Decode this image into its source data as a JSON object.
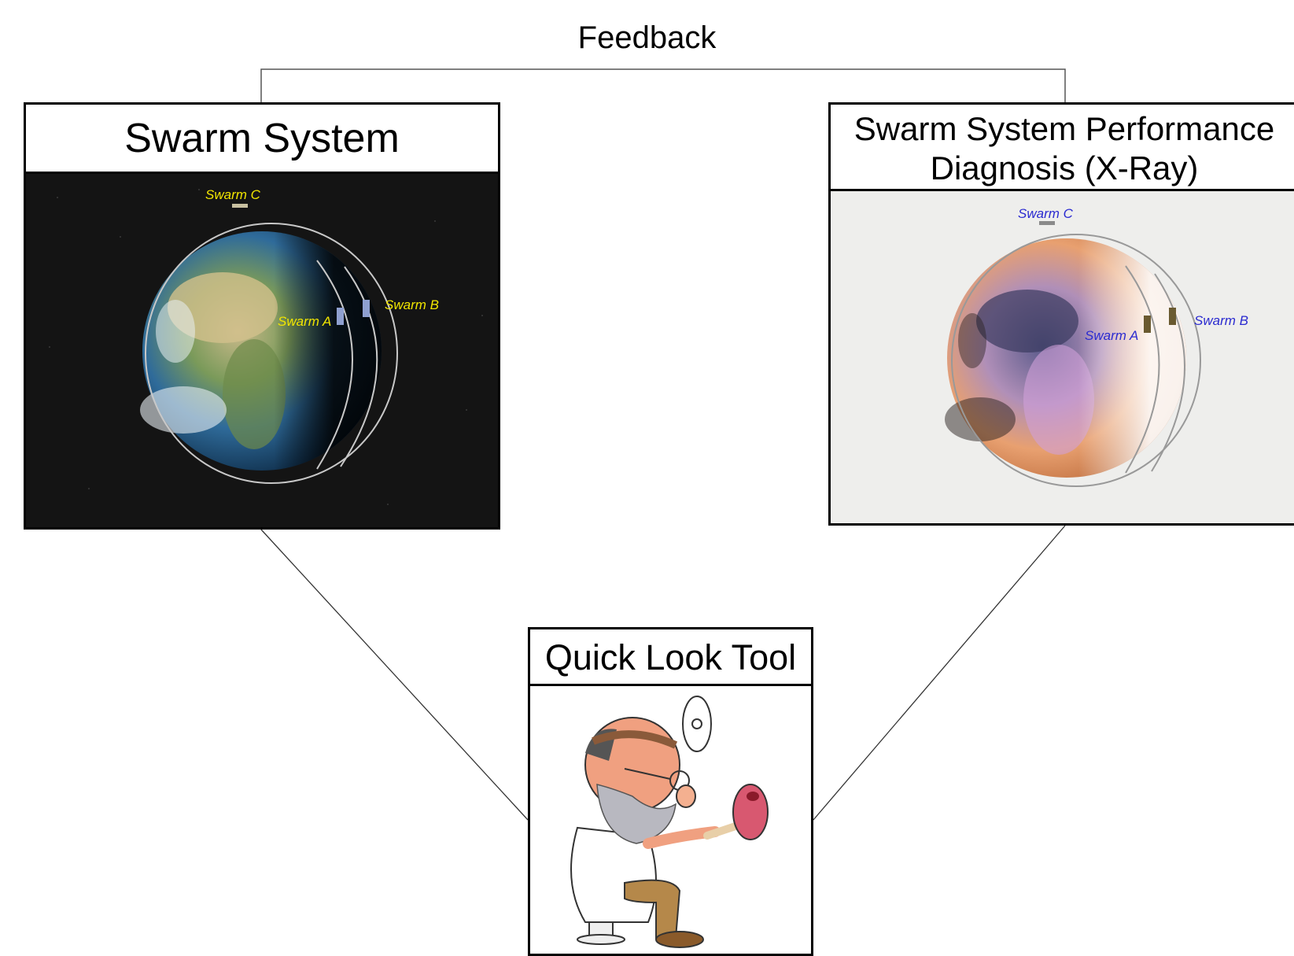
{
  "feedback": {
    "label": "Feedback"
  },
  "swarm_system": {
    "title": "Swarm System",
    "labels": {
      "swarm_a": "Swarm A",
      "swarm_b": "Swarm B",
      "swarm_c": "Swarm C"
    },
    "label_color": "#f2e600",
    "background": "#141414"
  },
  "xray": {
    "title_line1": "Swarm System Performance",
    "title_line2": "Diagnosis (X-Ray)",
    "labels": {
      "swarm_a": "Swarm A",
      "swarm_b": "Swarm B",
      "swarm_c": "Swarm C"
    },
    "label_color": "#2a2ad0",
    "background": "#eeeeec"
  },
  "quick_look": {
    "title": "Quick Look Tool",
    "illustration": "doctor-examining-icon"
  }
}
